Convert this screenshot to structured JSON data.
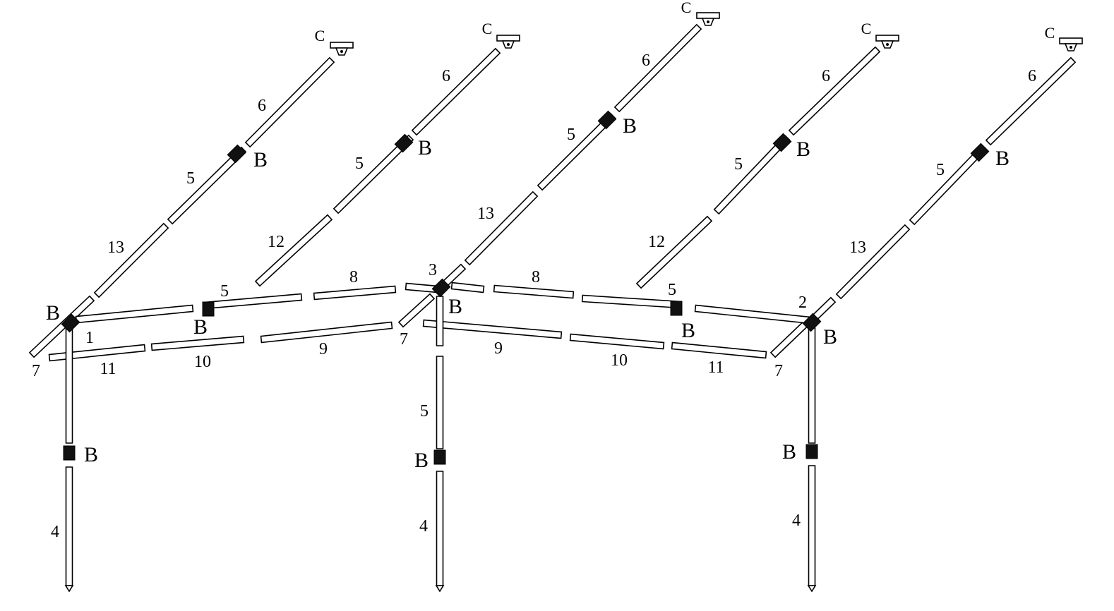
{
  "diagram": {
    "title": "Awning frame assembly",
    "colors": {
      "line": "#000000",
      "background": "#ffffff",
      "joint": "#111111"
    },
    "labels": {
      "C": [
        "C",
        "C",
        "C",
        "C",
        "C"
      ],
      "six": [
        "6",
        "6",
        "6",
        "6",
        "6"
      ],
      "B": [
        "B",
        "B",
        "B",
        "B",
        "B",
        "B",
        "B",
        "B",
        "B",
        "B",
        "B",
        "B",
        "B"
      ],
      "five": [
        "5",
        "5",
        "5",
        "5",
        "5",
        "5",
        "5",
        "5"
      ],
      "thirteen": [
        "13",
        "13",
        "13"
      ],
      "twelve": [
        "12",
        "12"
      ],
      "eight": [
        "8",
        "8"
      ],
      "hub": [
        "1",
        "3",
        "2"
      ],
      "seven": [
        "7",
        "7",
        "7"
      ],
      "eleven": [
        "11",
        "11"
      ],
      "ten": [
        "10",
        "10"
      ],
      "nine": [
        "9",
        "9"
      ],
      "four": [
        "4",
        "4",
        "4"
      ]
    }
  }
}
